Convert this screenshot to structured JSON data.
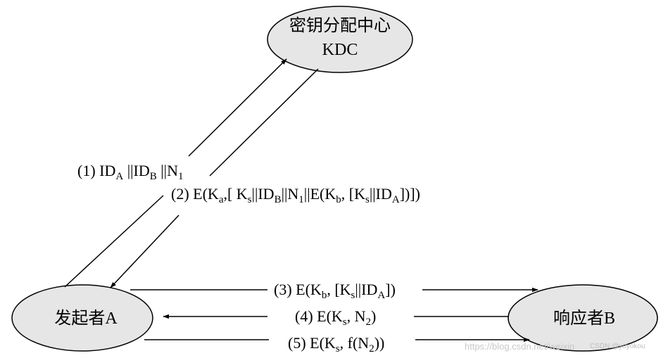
{
  "nodes": {
    "kdc": {
      "line1": "密钥分配中心",
      "line2": "KDC"
    },
    "initiator": {
      "label": "发起者A"
    },
    "responder": {
      "label": "响应者B"
    }
  },
  "messages": {
    "m1": {
      "prefix": "(1) ID",
      "sub1": "A",
      "mid1": " ||ID",
      "sub2": "B",
      "mid2": " ||N",
      "sub3": "1"
    },
    "m2": {
      "p1": "(2) E(K",
      "s1": "a",
      "p2": ",[ K",
      "s2": "s",
      "p3": "||ID",
      "s3": "B",
      "p4": "||N",
      "s4": "1",
      "p5": "||E(K",
      "s5": "b",
      "p6": ", [K",
      "s6": "s",
      "p7": "||ID",
      "s7": "A",
      "p8": "])])"
    },
    "m3": {
      "p1": "(3) E(K",
      "s1": "b",
      "p2": ", [K",
      "s2": "s",
      "p3": "||ID",
      "s3": "A",
      "p4": "])"
    },
    "m4": {
      "p1": "(4) E(K",
      "s1": "s",
      "p2": ", N",
      "s2": "2",
      "p3": ")"
    },
    "m5": {
      "p1": "(5) E(K",
      "s1": "s",
      "p2": ", f(N",
      "s2": "2",
      "p3": "))"
    }
  },
  "watermark": {
    "url": "https://blog.csdn.net/weixin",
    "credit": "CSDN @yoyokou"
  },
  "colors": {
    "node_fill": "#e6e6e6",
    "stroke": "#000000"
  }
}
